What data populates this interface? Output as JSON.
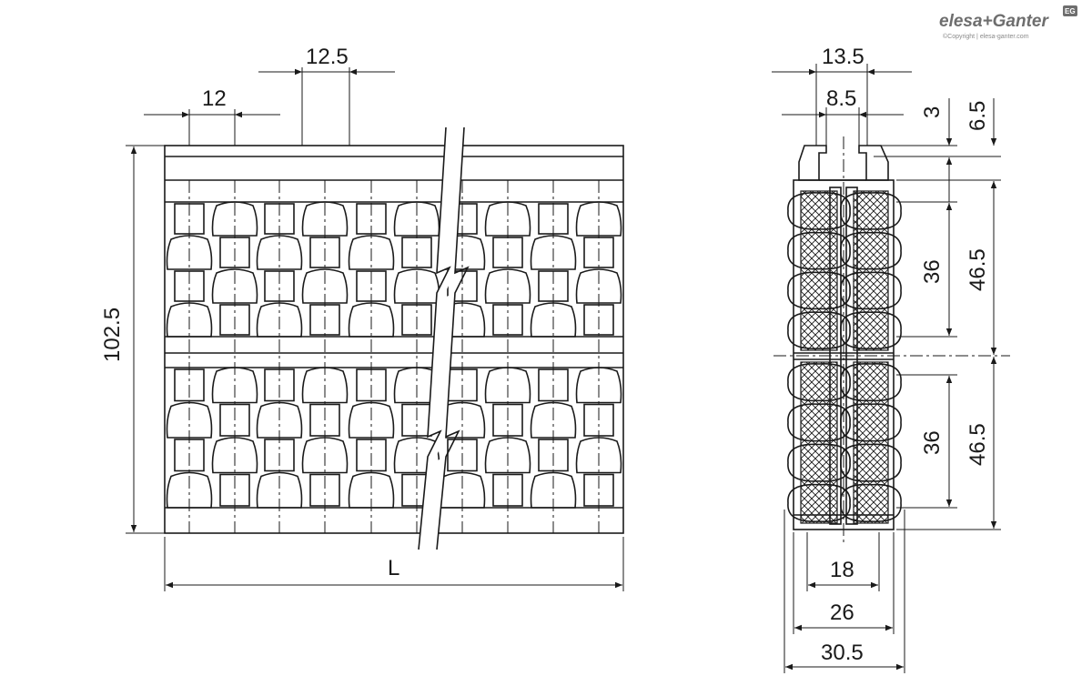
{
  "brand": {
    "name": "elesa+Ganter",
    "badge": "EG",
    "copyright": "©Copyright | elesa-ganter.com"
  },
  "colors": {
    "line": "#1a1a1a",
    "logo": "#6e6e6e"
  },
  "front_view": {
    "dim_pitch_small": "12",
    "dim_pitch_large": "12.5",
    "dim_height": "102.5",
    "dim_length": "L"
  },
  "side_view": {
    "dim_top_outer": "13.5",
    "dim_top_inner": "8.5",
    "dim_slot_depth": "3",
    "dim_top_section": "6.5",
    "dim_roller_span_upper": "36",
    "dim_half_upper": "46.5",
    "dim_roller_span_lower": "36",
    "dim_half_lower": "46.5",
    "dim_inner_width": "18",
    "dim_mid_width": "26",
    "dim_outer_width": "30.5"
  }
}
